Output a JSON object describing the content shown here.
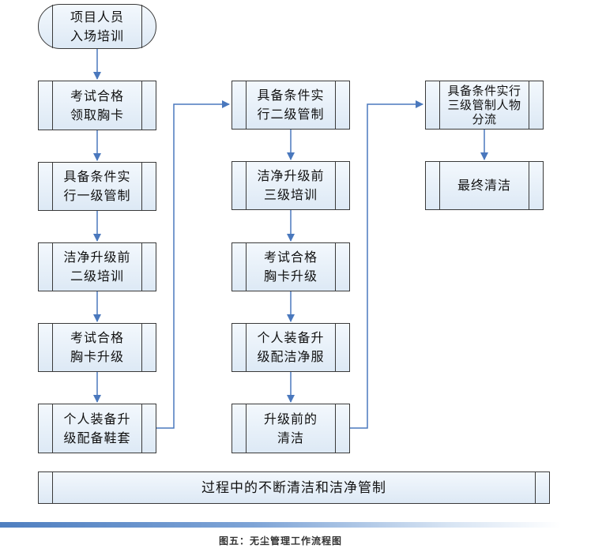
{
  "start": "项目人员\n入场培训",
  "column1": [
    "考试合格\n领取胸卡",
    "具备条件实\n行一级管制",
    "洁净升级前\n二级培训",
    "考试合格\n胸卡升级",
    "个人装备升\n级配备鞋套"
  ],
  "column2": [
    "具备条件实\n行二级管制",
    "洁净升级前\n三级培训",
    "考试合格\n胸卡升级",
    "个人装备升\n级配洁净服",
    "升级前的\n清洁"
  ],
  "column3": [
    "具备条件实行\n三级管制人物\n分流",
    "最终清洁"
  ],
  "footer_process": "过程中的不断清洁和洁净管制",
  "caption": "图五：无尘管理工作流程图",
  "colors": {
    "arrow": "#4a78bd",
    "box_border": "#3a3a3a",
    "box_fill_top": "#f3f8fd",
    "box_fill_bottom": "#dde9f5"
  }
}
